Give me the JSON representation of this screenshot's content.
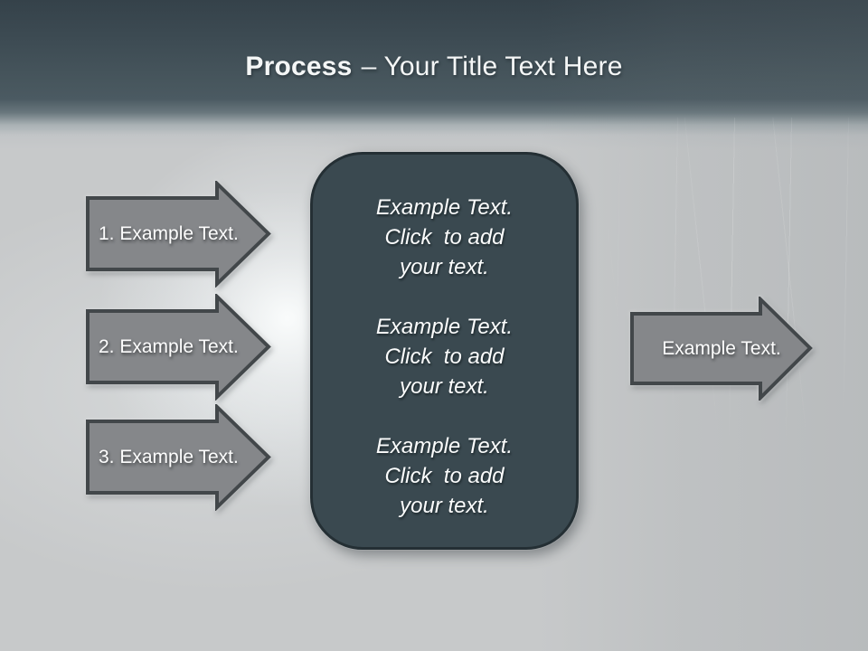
{
  "title": {
    "bold": "Process",
    "rest": "– Your Title Text Here"
  },
  "left_arrows": [
    {
      "label": "1. Example Text."
    },
    {
      "label": "2. Example Text."
    },
    {
      "label": "3. Example Text."
    }
  ],
  "center_box": {
    "paragraphs": [
      "Example Text.\nClick  to add\nyour text.",
      "Example Text.\nClick  to add\nyour text.",
      "Example Text.\nClick  to add\nyour text."
    ]
  },
  "right_arrow": {
    "label": "Example Text."
  },
  "colors": {
    "header_top": "#35424a",
    "header_bottom": "#4b5a62",
    "background": "#c7c9ca",
    "arrow_fill": "#85878a",
    "arrow_border": "#42474a",
    "box_fill": "#3a4950",
    "box_border": "#242f34",
    "text_light": "#f4f6f6"
  }
}
